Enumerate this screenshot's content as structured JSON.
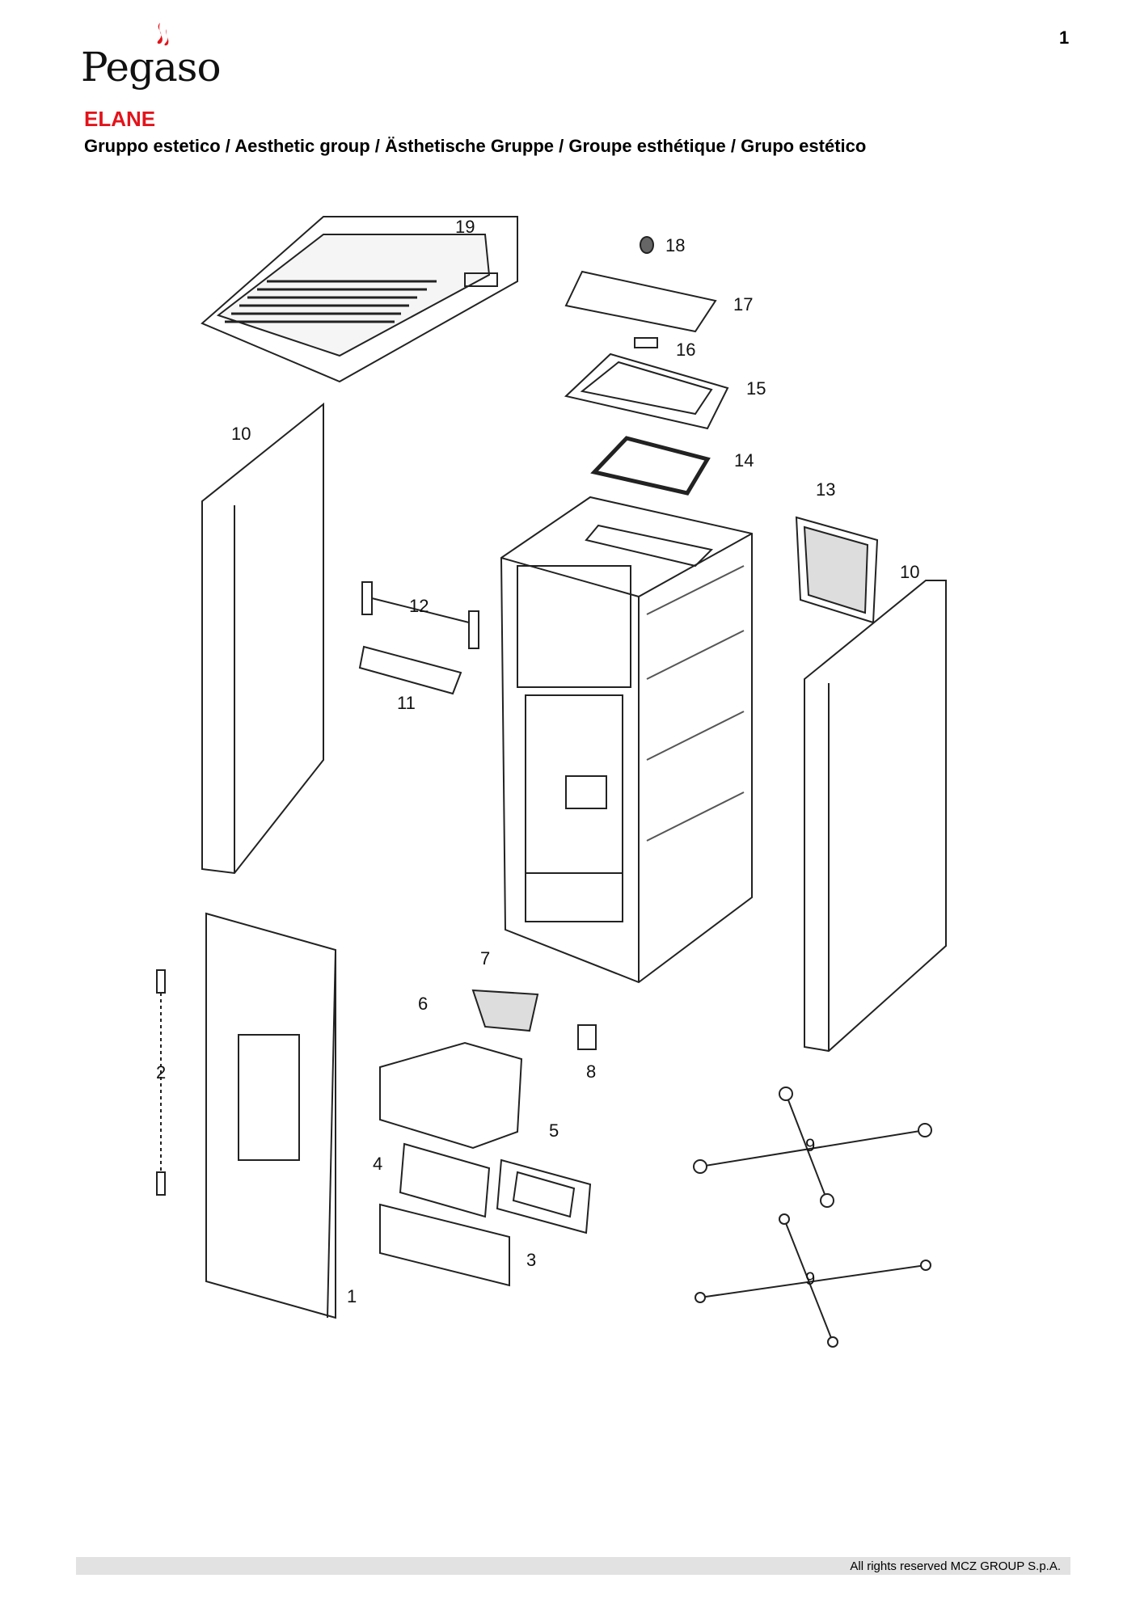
{
  "header": {
    "page_number": "1",
    "brand": "Pegaso",
    "model": "ELANE",
    "subtitle": "Gruppo estetico / Aesthetic group / Ästhetische Gruppe / Groupe esthétique / Grupo estético"
  },
  "diagram": {
    "callouts": [
      "1",
      "2",
      "3",
      "4",
      "5",
      "6",
      "7",
      "8",
      "9",
      "9",
      "10",
      "10",
      "11",
      "12",
      "13",
      "14",
      "15",
      "16",
      "17",
      "18",
      "19"
    ]
  },
  "footer": {
    "text": "All rights reserved MCZ GROUP S.p.A."
  },
  "colors": {
    "accent": "#e3131b",
    "footer_bar": "#e2e2e2"
  }
}
